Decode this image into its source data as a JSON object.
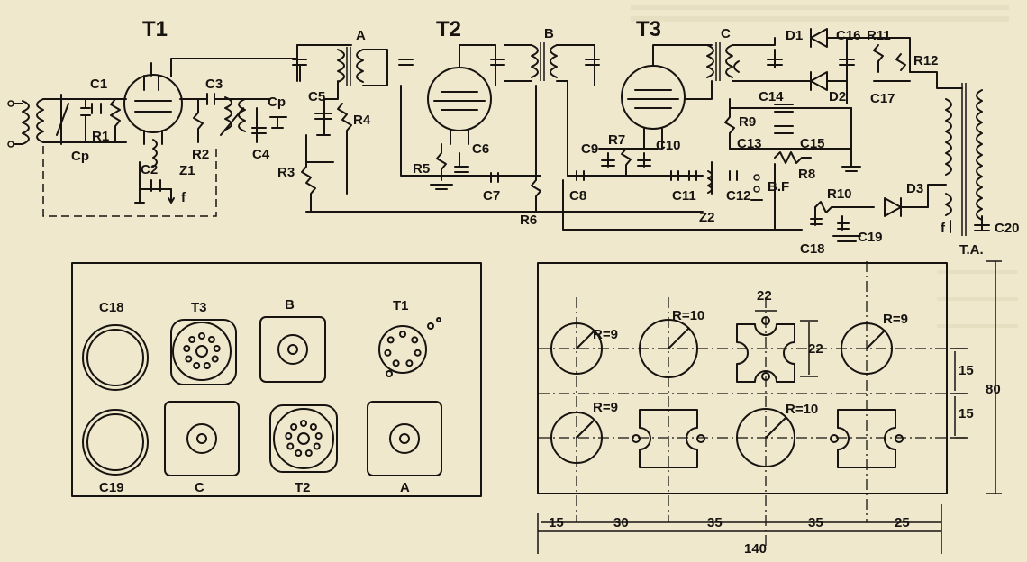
{
  "tubes": [
    "T1",
    "T2",
    "T3"
  ],
  "transformer_labels": [
    "A",
    "B",
    "C",
    "T.A."
  ],
  "capacitors": [
    "C1",
    "C2",
    "C3",
    "C4",
    "C5",
    "C6",
    "C7",
    "C8",
    "C9",
    "C10",
    "C11",
    "C12",
    "C13",
    "C14",
    "C15",
    "C16",
    "C17",
    "C18",
    "C19",
    "C20"
  ],
  "resistors": [
    "R1",
    "R2",
    "R3",
    "R4",
    "R5",
    "R6",
    "R7",
    "R8",
    "R9",
    "R10",
    "R11",
    "R12"
  ],
  "diodes": [
    "D1",
    "D2",
    "D3"
  ],
  "chokes": [
    "Z1",
    "Z2"
  ],
  "misc": {
    "cp": "Cp",
    "bf": "B.F",
    "f": "f"
  },
  "layout_labels": [
    "C18",
    "T3",
    "B",
    "T1",
    "C19",
    "C",
    "T2",
    "A"
  ],
  "drilling": {
    "radii": [
      "R=9",
      "R=10",
      "R=10",
      "R=9",
      "R=9"
    ],
    "slot_dims": [
      "22",
      "22"
    ],
    "vertical_dims": [
      "15",
      "15",
      "80"
    ],
    "horizontal_dims": [
      "15",
      "30",
      "35",
      "35",
      "25"
    ],
    "total_width": "140"
  }
}
